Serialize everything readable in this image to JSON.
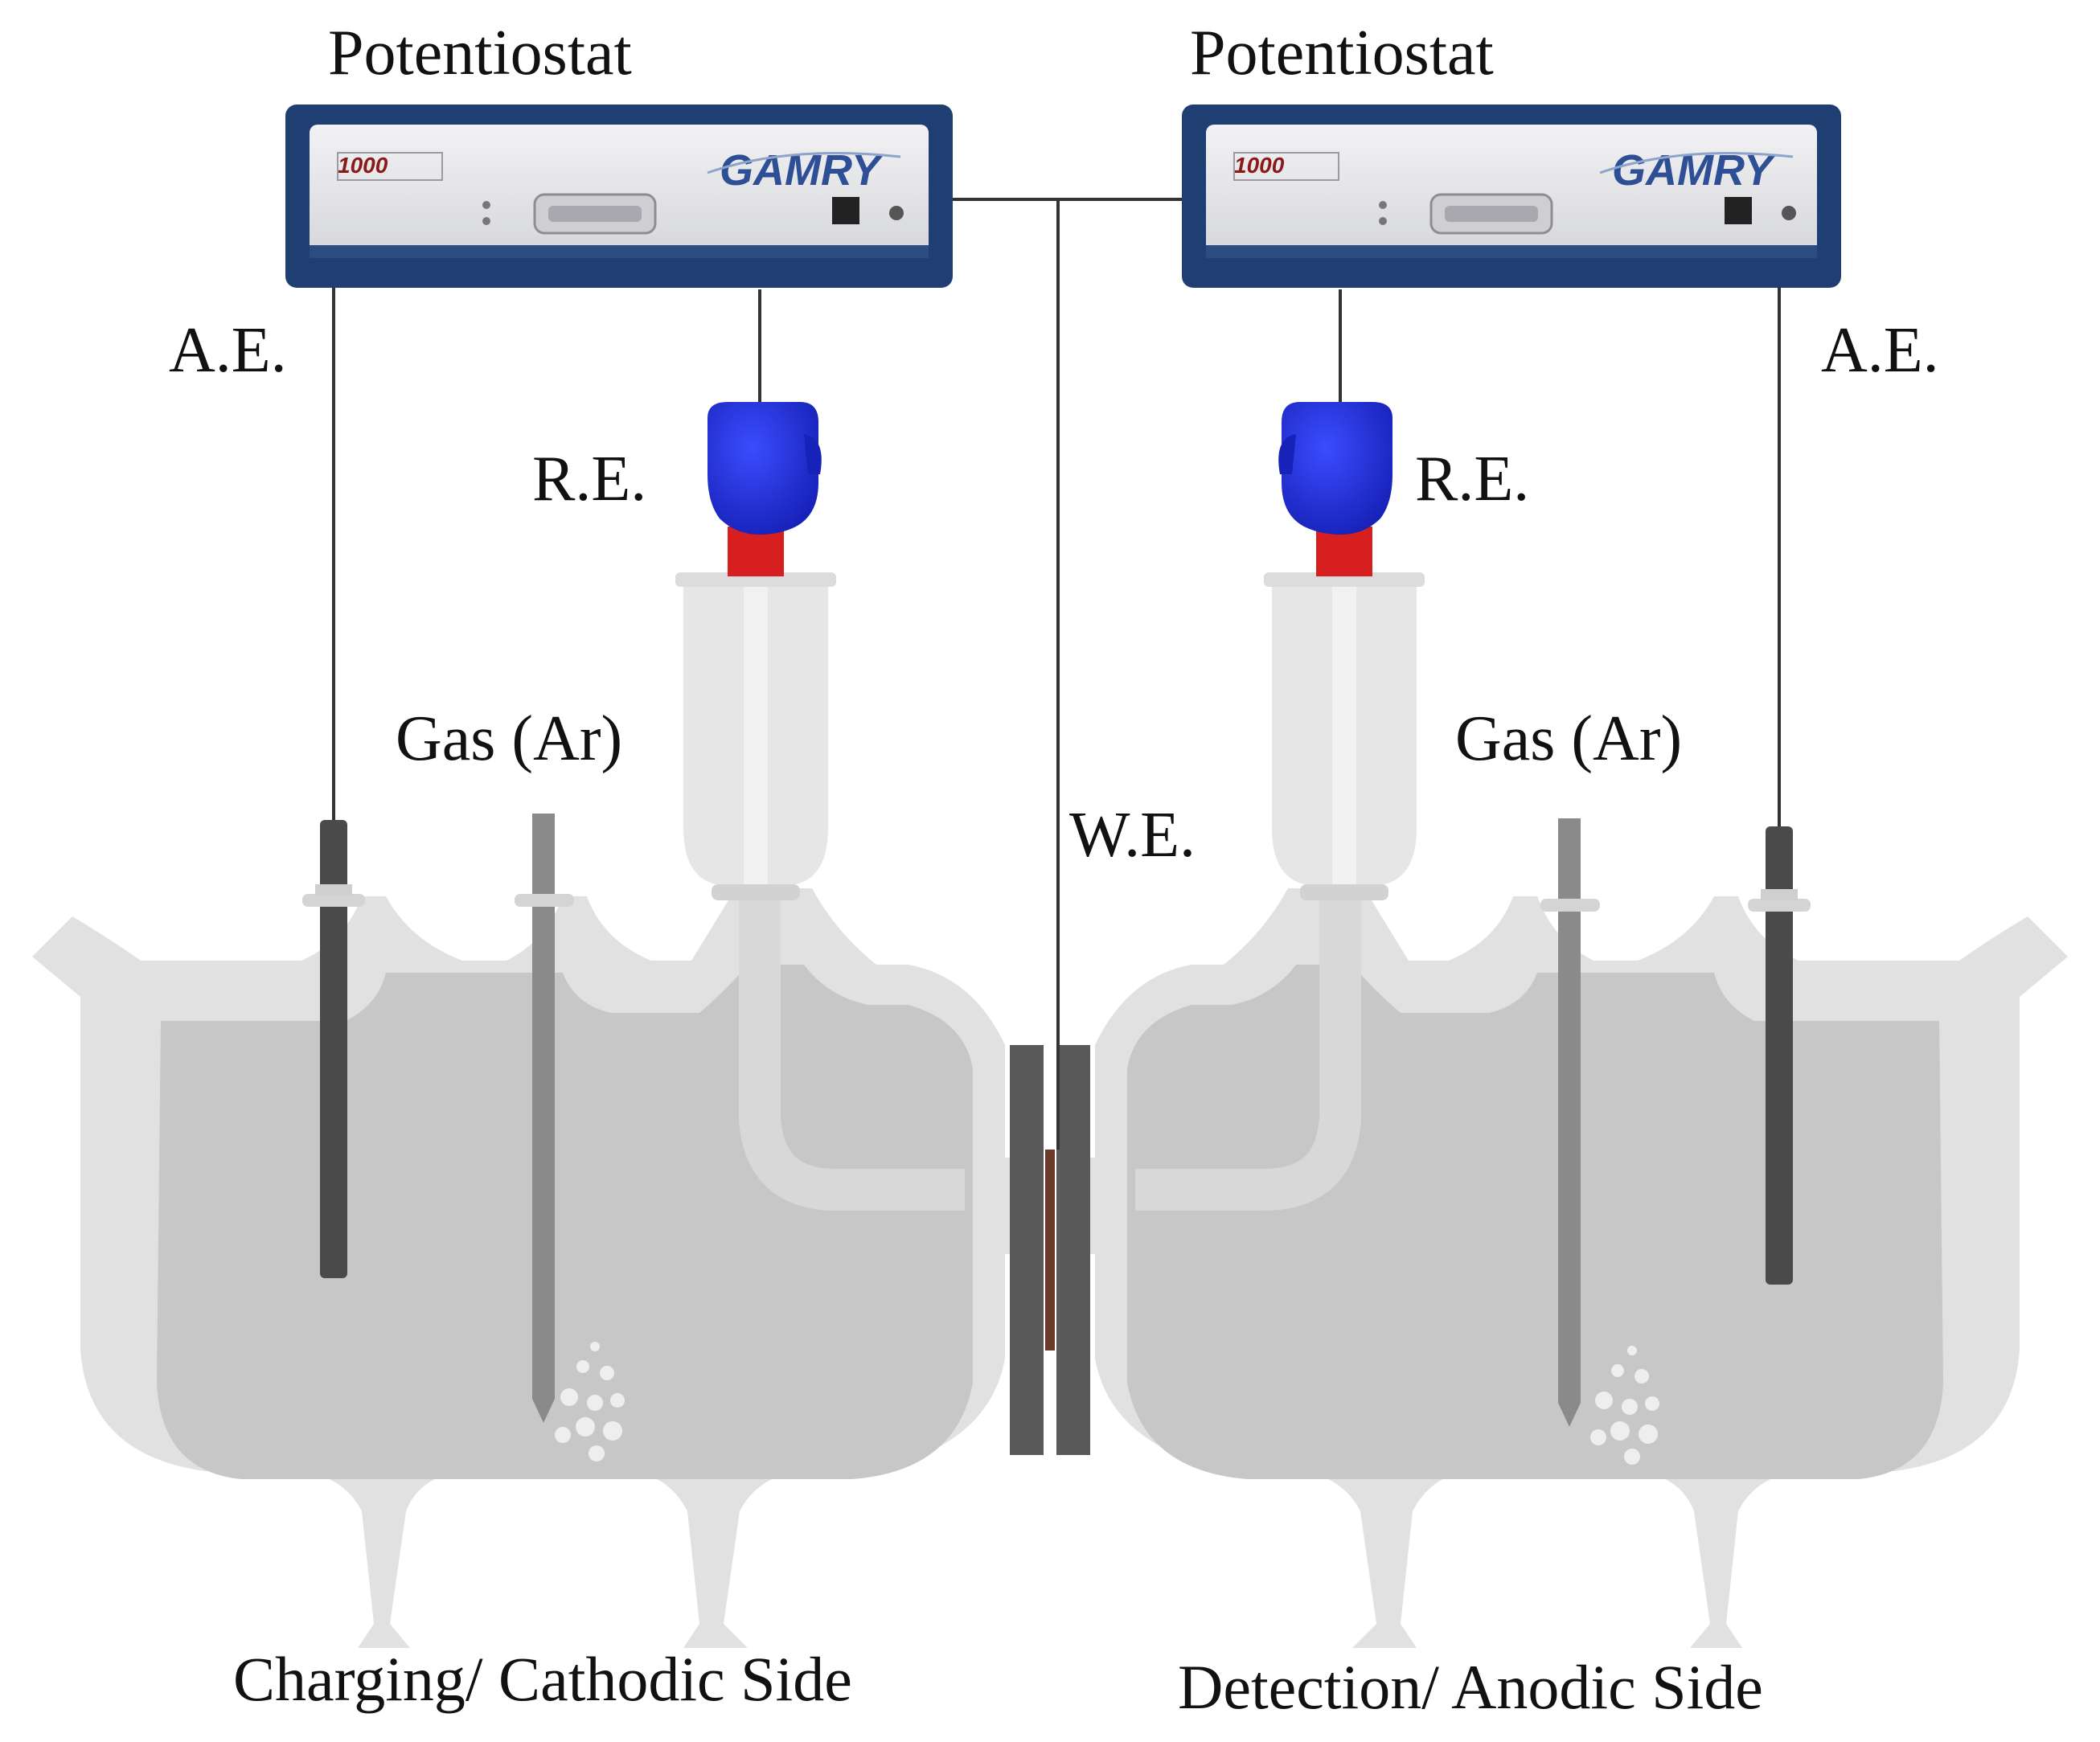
{
  "labels": {
    "potentiostat_left": "Potentiostat",
    "potentiostat_right": "Potentiostat",
    "ae_left": "A.E.",
    "ae_right": "A.E.",
    "re_left": "R.E.",
    "re_right": "R.E.",
    "gas_left": "Gas (Ar)",
    "gas_right": "Gas (Ar)",
    "we": "W.E.",
    "side_left": "Charging/ Cathodic Side",
    "side_right": "Detection/ Anodic Side"
  },
  "device": {
    "brand": "GAMRY",
    "model": "1000"
  },
  "colors": {
    "glass_outer": "#e1e1e1",
    "electrolyte": "#c7c7c7",
    "device_frame": "#1f3f72",
    "device_panel": "#e8e8ea",
    "brand_blue": "#2e4f95",
    "electrode_dark": "#4a4a4a",
    "gas_tube": "#8a8a8a",
    "ref_cap": "#1f2fe0",
    "ref_collar": "#d81f1f",
    "membrane_clamp": "#595959",
    "membrane_line": "#6a3a2a",
    "wire": "#333333"
  }
}
